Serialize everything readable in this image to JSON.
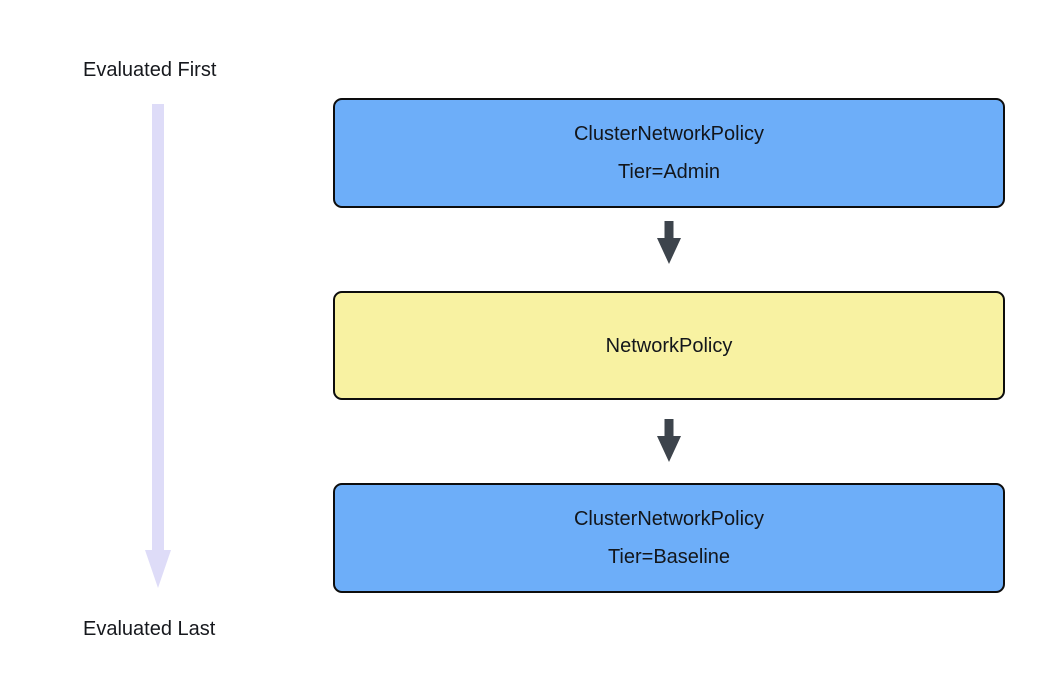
{
  "colors": {
    "background": "#ffffff",
    "box_border": "#0d0d0d",
    "box_text": "#13161b",
    "cluster_policy_fill": "#6daef9",
    "network_policy_fill": "#f8f2a2",
    "flow_arrow": "#3d444c",
    "timeline_arrow": "#dedcf8",
    "label_text": "#16181d"
  },
  "timeline": {
    "top_label": "Evaluated First",
    "bottom_label": "Evaluated Last"
  },
  "nodes": [
    {
      "lines": [
        "ClusterNetworkPolicy",
        "Tier=Admin"
      ],
      "fill": "#6daef9"
    },
    {
      "lines": [
        "NetworkPolicy"
      ],
      "fill": "#f8f2a2"
    },
    {
      "lines": [
        "ClusterNetworkPolicy",
        "Tier=Baseline"
      ],
      "fill": "#6daef9"
    }
  ]
}
